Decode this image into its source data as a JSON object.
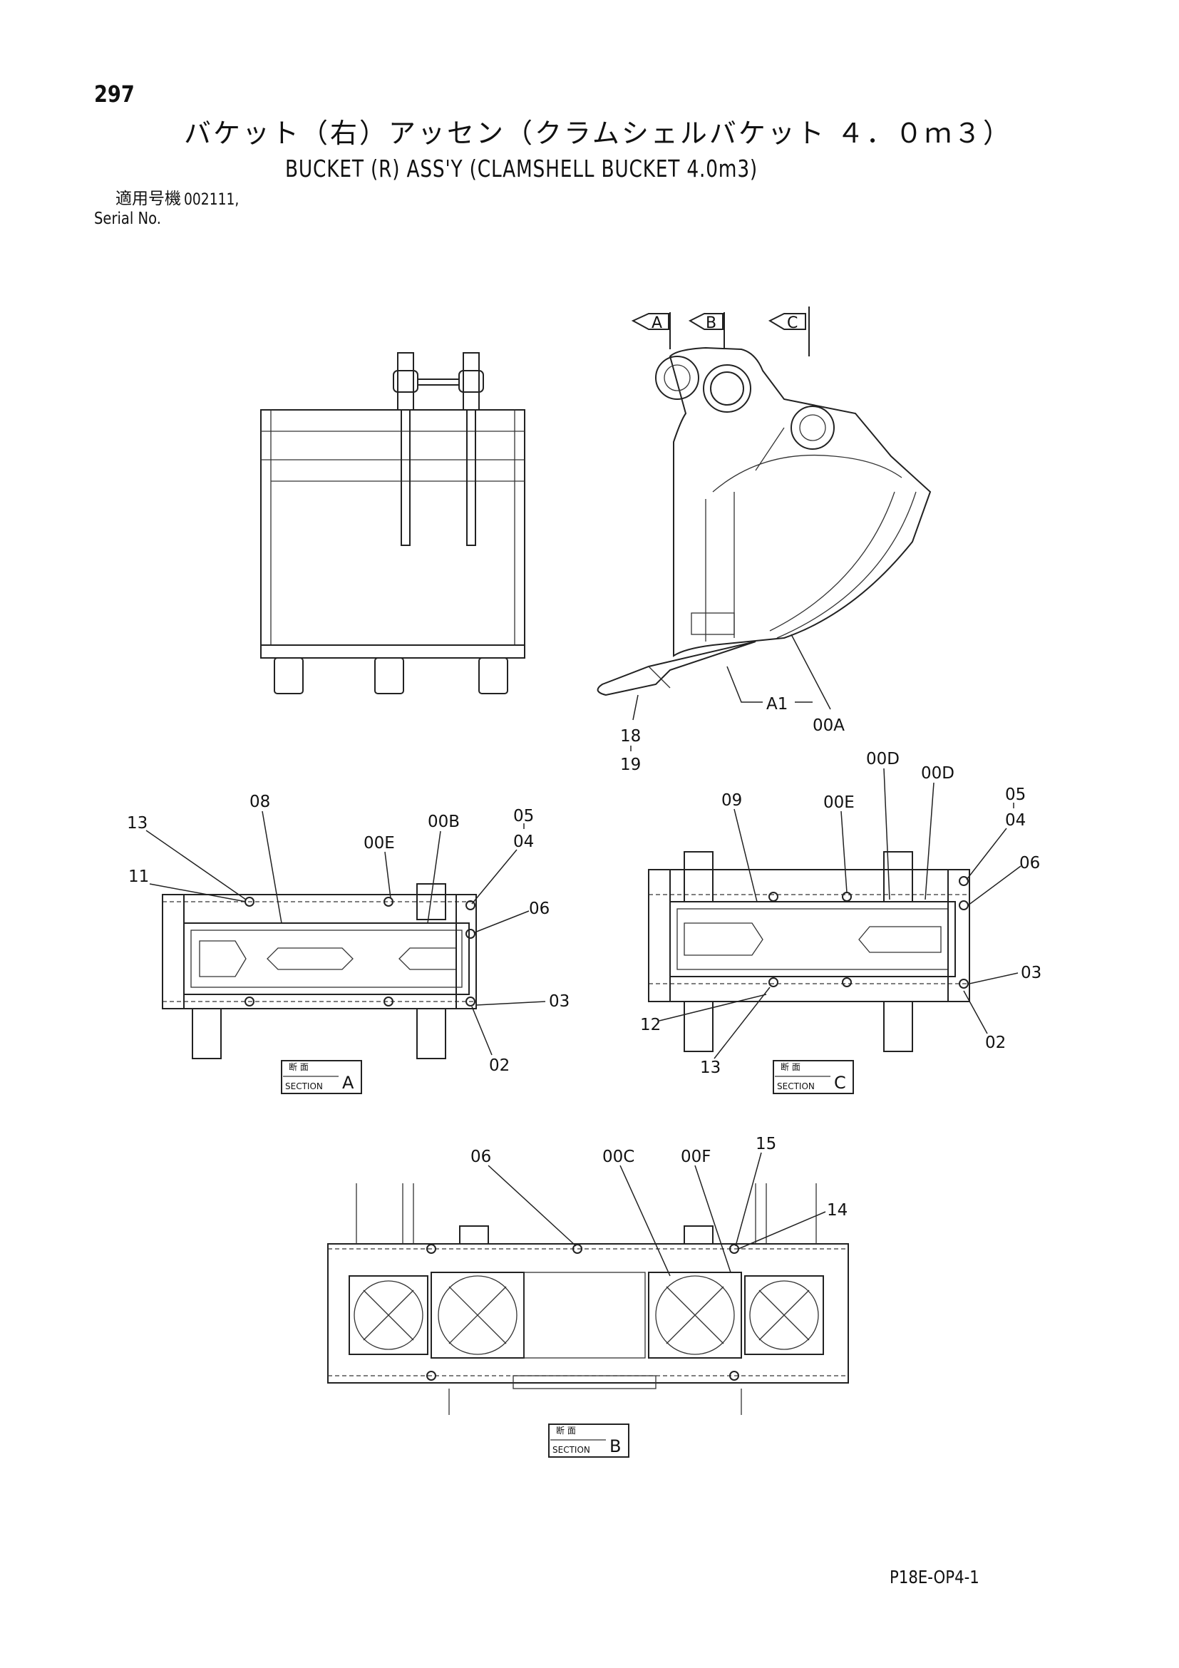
{
  "header": {
    "page_number": "297",
    "title_jp": "バケット（右）アッセン（クラムシェルバケット ４．０ｍ３）",
    "title_en": "BUCKET (R) ASS'Y (CLAMSHELL BUCKET 4.0m3)",
    "serial_label_jp": "適用号機",
    "serial_value": "002111,",
    "serial_label_en": "Serial No."
  },
  "footer": {
    "doc_code": "P18E-OP4-1"
  },
  "view_arrows": [
    "A",
    "B",
    "C"
  ],
  "side_view_callouts": [
    "A1",
    "00A",
    "18",
    "19"
  ],
  "section_a": {
    "tag_jp": "断 面",
    "tag_en": "SECTION",
    "letter": "A",
    "callouts": [
      "13",
      "08",
      "11",
      "00E",
      "00B",
      "05",
      "04",
      "06",
      "03",
      "02"
    ]
  },
  "section_c": {
    "tag_jp": "断 面",
    "tag_en": "SECTION",
    "letter": "C",
    "callouts": [
      "09",
      "00E",
      "00D",
      "00D",
      "05",
      "04",
      "06",
      "03",
      "12",
      "13",
      "02"
    ]
  },
  "section_b": {
    "tag_jp": "断 面",
    "tag_en": "SECTION",
    "letter": "B",
    "callouts": [
      "06",
      "00C",
      "00F",
      "15",
      "14"
    ]
  }
}
